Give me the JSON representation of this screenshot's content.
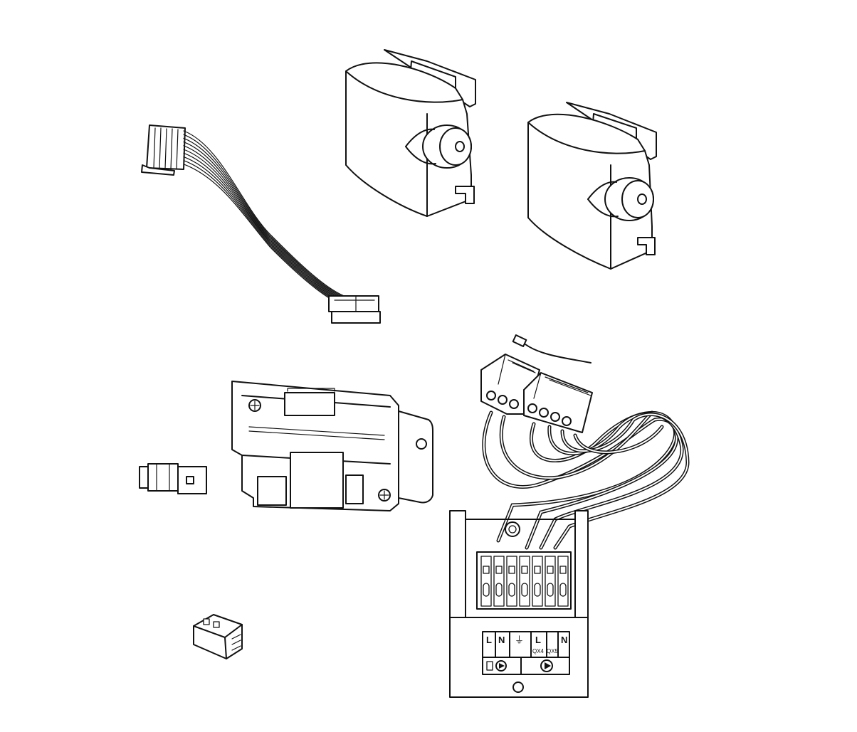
{
  "label_strip": {
    "terminals": [
      "L",
      "N",
      "⏚",
      "L",
      "N"
    ],
    "l_sublabels": [
      "QX4",
      "QX5"
    ],
    "symbols": [
      "pump-left",
      "pump-right"
    ]
  }
}
